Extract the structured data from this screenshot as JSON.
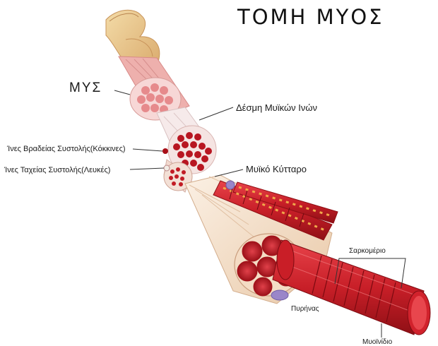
{
  "title": "ΤΟΜΗ ΜΥΟΣ",
  "labels": {
    "muscle": "ΜΥΣ",
    "fiber_bundle": "Δέσμη Μυϊκών Ινών",
    "slow_fibers": "Ίνες Βραδείας Συστολής(Κόκκινες)",
    "fast_fibers": "Ίνες Ταχείας Συστολής(Λευκές)",
    "muscle_cell": "Μυϊκό Κύτταρο",
    "sarcomere": "Σαρκομέριο",
    "nucleus": "Πυρήνας",
    "myofibril": "Μυοϊνίδιο"
  },
  "colors": {
    "muscle_red": "#c8202a",
    "deep_red": "#8e0f16",
    "sheath": "#f1ddc6",
    "pink": "#f0b3b0",
    "nucleus": "#9a86c9",
    "skin": "#e9c98e"
  }
}
